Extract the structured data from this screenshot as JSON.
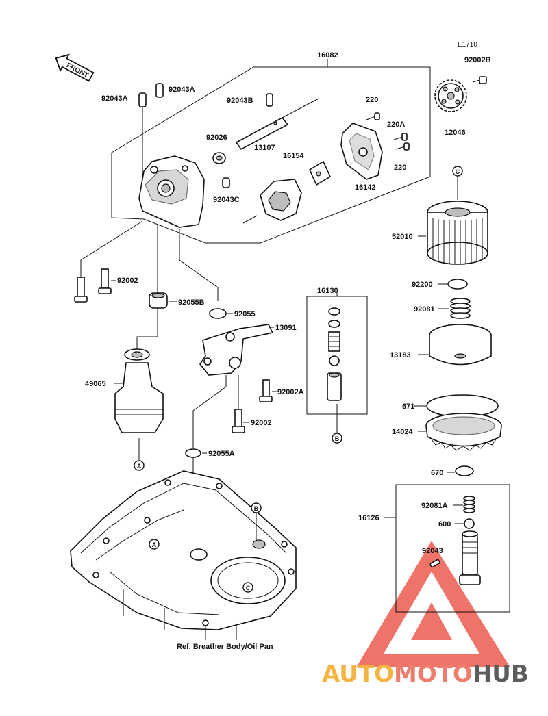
{
  "diagram_code": "E1710",
  "front_label": "FRONT",
  "footer_label": "Ref. Breather Body/Oil Pan",
  "watermark": {
    "part1": "AUTO",
    "part2": "MOTO",
    "part3": "HUB",
    "colors": {
      "auto": "#f4b342",
      "moto": "#ef7d6e",
      "hub": "#5c5c5c",
      "triangle": "#e8392b"
    }
  },
  "callouts": {
    "c_A": "A",
    "c_B": "B",
    "c_C": "C"
  },
  "parts": {
    "p16082": "16082",
    "p92002B": "92002B",
    "p92043A_1": "92043A",
    "p92043A_2": "92043A",
    "p92043B": "92043B",
    "p220_1": "220",
    "p220A": "220A",
    "p220_2": "220",
    "p92026": "92026",
    "p13107": "13107",
    "p16154": "16154",
    "p16142": "16142",
    "p12046": "12046",
    "p92043C": "92043C",
    "p52010": "52010",
    "p92002_1": "92002",
    "p92200": "92200",
    "p16130": "16130",
    "p92081": "92081",
    "p92055B": "92055B",
    "p92055": "92055",
    "p13091": "13091",
    "p13183": "13183",
    "p49065": "49065",
    "p92002A": "92002A",
    "p671": "671",
    "p14024": "14024",
    "p92002_2": "92002",
    "p92055A": "92055A",
    "p670": "670",
    "p92081A": "92081A",
    "p16126": "16126",
    "p600": "600",
    "p92043": "92043"
  }
}
